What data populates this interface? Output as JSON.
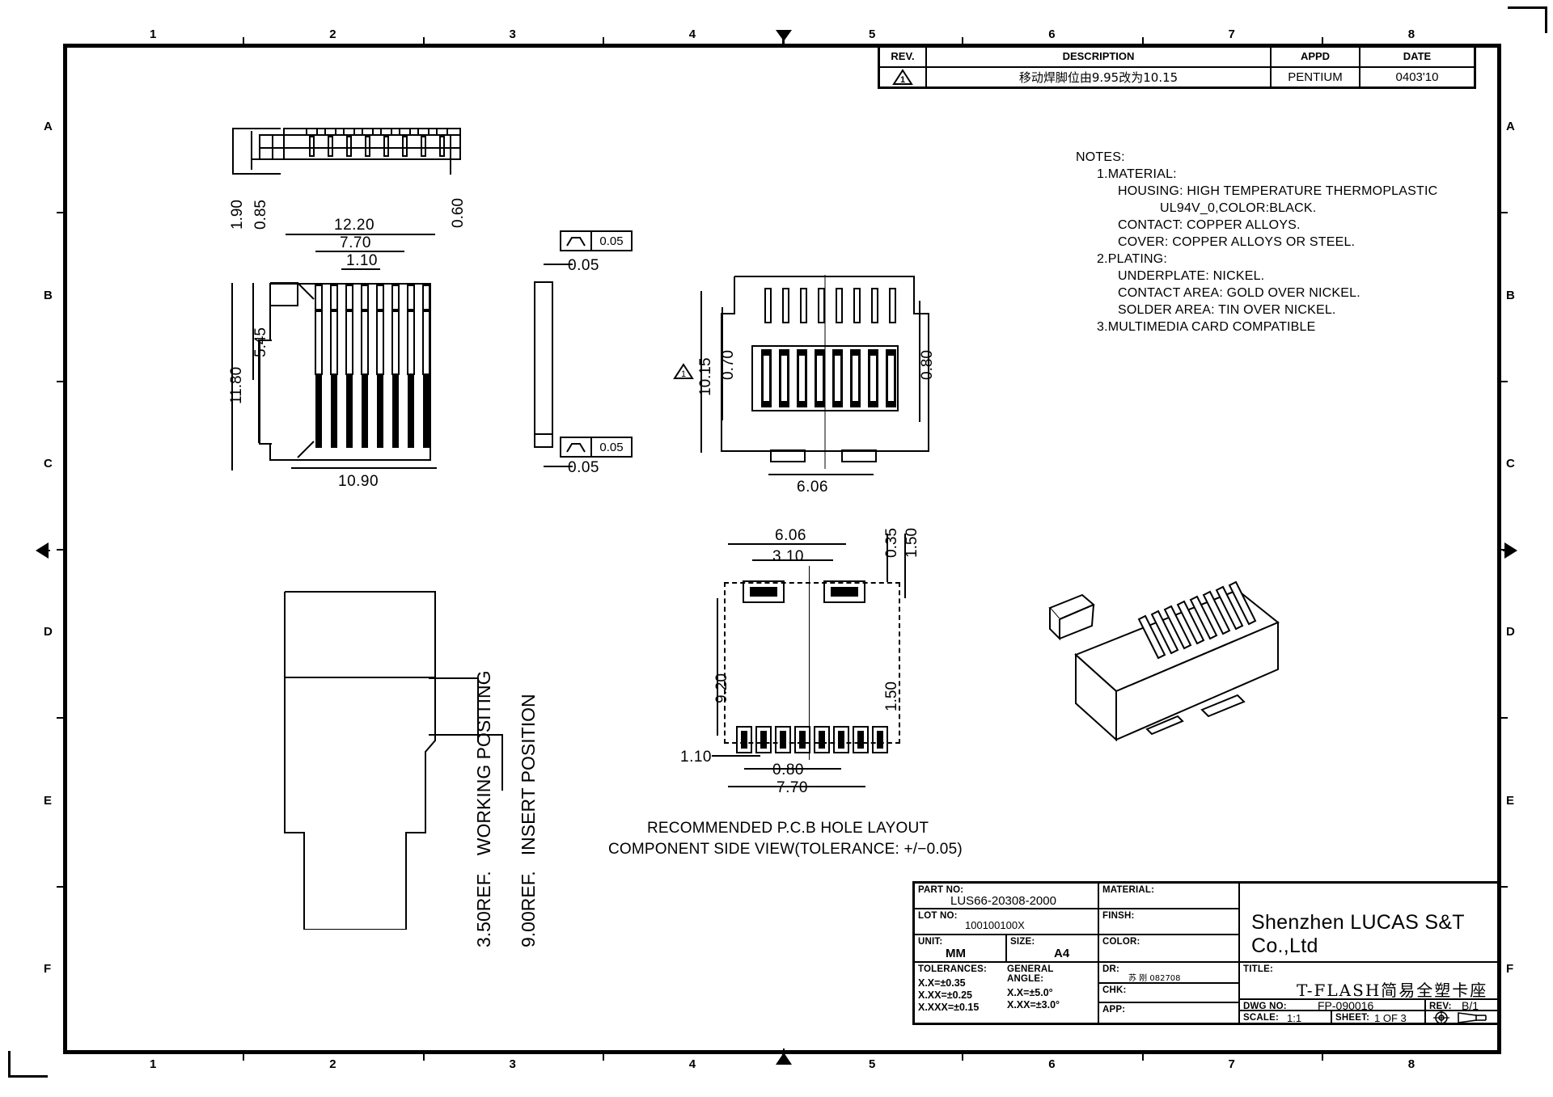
{
  "sheet": {
    "zone_columns": [
      "1",
      "2",
      "3",
      "4",
      "5",
      "6",
      "7",
      "8"
    ],
    "zone_rows": [
      "A",
      "B",
      "C",
      "D",
      "E",
      "F"
    ]
  },
  "revision_table": {
    "headers": {
      "rev": "REV.",
      "description": "DESCRIPTION",
      "appd": "APPD",
      "date": "DATE"
    },
    "rows": [
      {
        "rev": "1",
        "description": "移动焊脚位由9.95改为10.15",
        "appd": "PENTIUM",
        "date": "0403'10"
      }
    ]
  },
  "notes": {
    "heading": "NOTES:",
    "lines": [
      {
        "indent": 1,
        "text": "1.MATERIAL:"
      },
      {
        "indent": 2,
        "text": "HOUSING:  HIGH  TEMPERATURE  THERMOPLASTIC"
      },
      {
        "indent": 4,
        "text": "UL94V_0,COLOR:BLACK."
      },
      {
        "indent": 2,
        "text": "CONTACT:  COPPER  ALLOYS."
      },
      {
        "indent": 2,
        "text": "COVER:  COPPER  ALLOYS  OR  STEEL."
      },
      {
        "indent": 1,
        "text": "2.PLATING:"
      },
      {
        "indent": 2,
        "text": "UNDERPLATE:  NICKEL."
      },
      {
        "indent": 2,
        "text": "CONTACT  AREA:  GOLD  OVER  NICKEL."
      },
      {
        "indent": 2,
        "text": "SOLDER  AREA:  TIN  OVER  NICKEL."
      },
      {
        "indent": 1,
        "text": "3.MULTIMEDIA  CARD  COMPATIBLE"
      }
    ]
  },
  "views": {
    "top_view": {
      "dims": [
        {
          "label": "1.90",
          "orient": "v"
        },
        {
          "label": "0.85",
          "orient": "v"
        },
        {
          "label": "0.60",
          "orient": "v"
        }
      ]
    },
    "front_view": {
      "dims": [
        {
          "label": "12.20",
          "orient": "h"
        },
        {
          "label": "7.70",
          "orient": "h"
        },
        {
          "label": "1.10",
          "orient": "h"
        },
        {
          "label": "10.90",
          "orient": "h"
        },
        {
          "label": "11.80",
          "orient": "v"
        },
        {
          "label": "5.45",
          "orient": "v"
        }
      ]
    },
    "side_view": {
      "dims": [
        {
          "label": "0.05",
          "orient": "h"
        },
        {
          "label": "0.05",
          "orient": "h"
        }
      ],
      "gdt": [
        {
          "symbol": "flatness",
          "value": "0.05"
        },
        {
          "symbol": "flatness",
          "value": "0.05"
        }
      ]
    },
    "bottom_view": {
      "dims": [
        {
          "label": "10.15",
          "orient": "v"
        },
        {
          "label": "0.70",
          "orient": "v"
        },
        {
          "label": "0.80",
          "orient": "v"
        },
        {
          "label": "6.06",
          "orient": "h"
        }
      ],
      "revision_flag": "1"
    },
    "pcb_layout": {
      "caption_line1": "RECOMMENDED  P.C.B  HOLE  LAYOUT",
      "caption_line2": "COMPONENT  SIDE  VIEW(TOLERANCE:  +/−0.05)",
      "dims": [
        {
          "label": "6.06",
          "orient": "h"
        },
        {
          "label": "3.10",
          "orient": "h"
        },
        {
          "label": "0.35",
          "orient": "v"
        },
        {
          "label": "1.50",
          "orient": "v"
        },
        {
          "label": "9.20",
          "orient": "v"
        },
        {
          "label": "1.50",
          "orient": "v"
        },
        {
          "label": "1.10",
          "orient": "h"
        },
        {
          "label": "0.80",
          "orient": "h"
        },
        {
          "label": "7.70",
          "orient": "h"
        }
      ]
    },
    "position_view": {
      "labels": [
        "3.50REF.  WORKING  POSITING",
        "9.00REF.  INSERT  POSITION"
      ],
      "label_a_num": "3.50REF.",
      "label_a_txt": "WORKING  POSITING",
      "label_b_num": "9.00REF.",
      "label_b_txt": "INSERT  POSITION"
    },
    "iso_view": {
      "name": "isometric-connector-view"
    }
  },
  "title_block": {
    "part_no_label": "PART NO:",
    "part_no": "LUS66-20308-2000",
    "lot_no_label": "LOT NO:",
    "lot_no": "100100100X",
    "unit_label": "UNIT:",
    "unit": "MM",
    "size_label": "SIZE:",
    "size": "A4",
    "tolerances_label": "TOLERANCES:",
    "tolerances": [
      "X.X=±0.35",
      "X.XX=±0.25",
      "X.XXX=±0.15"
    ],
    "general_angle_label1": "GENERAL",
    "general_angle_label2": "ANGLE:",
    "general_angle": [
      "X.X=±5.0°",
      "X.XX=±3.0°"
    ],
    "material_label": "MATERIAL:",
    "material": "",
    "finish_label": "FINSH:",
    "finish": "",
    "color_label": "COLOR:",
    "color": "",
    "dr_label": "DR:",
    "dr_value": "苏 刚  082708",
    "chk_label": "CHK:",
    "chk_value": "",
    "app_label": "APP:",
    "app_value": "",
    "company": "Shenzhen LUCAS S&T Co.,Ltd",
    "title_label": "TITLE:",
    "title": "T-FLASH简易全塑卡座",
    "dwg_no_label": "DWG  NO:",
    "dwg_no": "FP-090016",
    "rev_label": "REV:",
    "rev": "B/1",
    "scale_label": "SCALE:",
    "scale": "1:1",
    "sheet_label": "SHEET:",
    "sheet": "1  OF  3",
    "projection_symbol": "first-angle-projection-icon"
  }
}
